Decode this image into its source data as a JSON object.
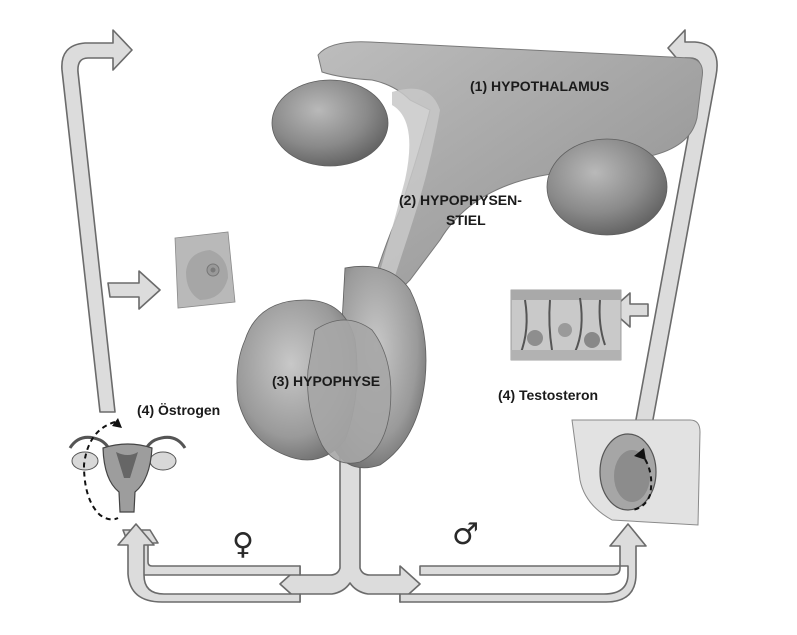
{
  "labels": {
    "hypothalamus": "(1) HYPOTHALAMUS",
    "stalk_line1": "(2) HYPOPHYSEN-",
    "stalk_line2": "STIEL",
    "pituitary": "(3) HYPOPHYSE",
    "estrogen": "(4) Östrogen",
    "testosterone": "(4) Testosteron"
  },
  "symbols": {
    "female": "♀",
    "male": "♂"
  },
  "icons": {
    "breast": "breast-illustration-icon",
    "hair_follicle": "hair-follicle-skin-icon",
    "uterus_ovaries": "uterus-ovaries-icon",
    "testis": "testis-icon"
  },
  "colors": {
    "arrow_fill": "#dcdcdc",
    "arrow_stroke": "#6b6b6b",
    "organ_dark": "#8d8d8d",
    "organ_light": "#bdbdbd"
  }
}
